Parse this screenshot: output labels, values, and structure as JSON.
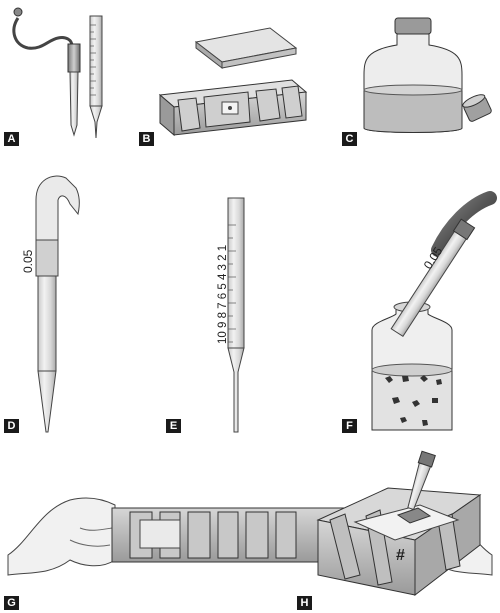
{
  "panels": [
    {
      "id": "A",
      "label": "A"
    },
    {
      "id": "B",
      "label": "B"
    },
    {
      "id": "C",
      "label": "C"
    },
    {
      "id": "D",
      "label": "D"
    },
    {
      "id": "E",
      "label": "E"
    },
    {
      "id": "F",
      "label": "F"
    },
    {
      "id": "G",
      "label": "G"
    },
    {
      "id": "H",
      "label": "H"
    }
  ],
  "pipette_d_mark": "0.05",
  "pipette_f_mark": "0.05",
  "pipette_e_scale": "10 9 8 7 6 5 4 3 2 1",
  "chamber_h_mark": "#"
}
